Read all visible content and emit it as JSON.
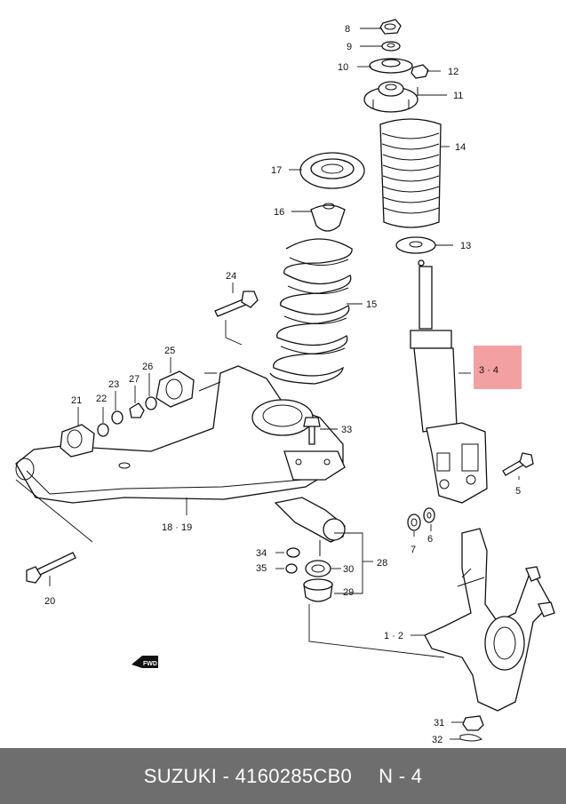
{
  "callouts": [
    {
      "id": "c8",
      "text": "8"
    },
    {
      "id": "c9",
      "text": "9"
    },
    {
      "id": "c10",
      "text": "10"
    },
    {
      "id": "c12",
      "text": "12"
    },
    {
      "id": "c11",
      "text": "11"
    },
    {
      "id": "c14",
      "text": "14"
    },
    {
      "id": "c17",
      "text": "17"
    },
    {
      "id": "c16",
      "text": "16"
    },
    {
      "id": "c13",
      "text": "13"
    },
    {
      "id": "c24",
      "text": "24"
    },
    {
      "id": "c15",
      "text": "15"
    },
    {
      "id": "c25",
      "text": "25"
    },
    {
      "id": "c26",
      "text": "26"
    },
    {
      "id": "c23",
      "text": "23"
    },
    {
      "id": "c27",
      "text": "27"
    },
    {
      "id": "c21",
      "text": "21"
    },
    {
      "id": "c22",
      "text": "22"
    },
    {
      "id": "c33",
      "text": "33"
    },
    {
      "id": "c5",
      "text": "5"
    },
    {
      "id": "c1819",
      "text": "18 · 19"
    },
    {
      "id": "c7",
      "text": "7"
    },
    {
      "id": "c6",
      "text": "6"
    },
    {
      "id": "c34",
      "text": "34"
    },
    {
      "id": "c35",
      "text": "35"
    },
    {
      "id": "c30",
      "text": "30"
    },
    {
      "id": "c28",
      "text": "28"
    },
    {
      "id": "c29",
      "text": "29"
    },
    {
      "id": "c20",
      "text": "20"
    },
    {
      "id": "c12b",
      "text": "1 · 2"
    },
    {
      "id": "c31",
      "text": "31"
    },
    {
      "id": "c32",
      "text": "32"
    }
  ],
  "highlight": {
    "text": "3 · 4",
    "color": "#f2a0a0"
  },
  "fwd_label": "FWD",
  "footer": {
    "brand": "SUZUKI - 4160285CB0",
    "code": "N - 4"
  }
}
